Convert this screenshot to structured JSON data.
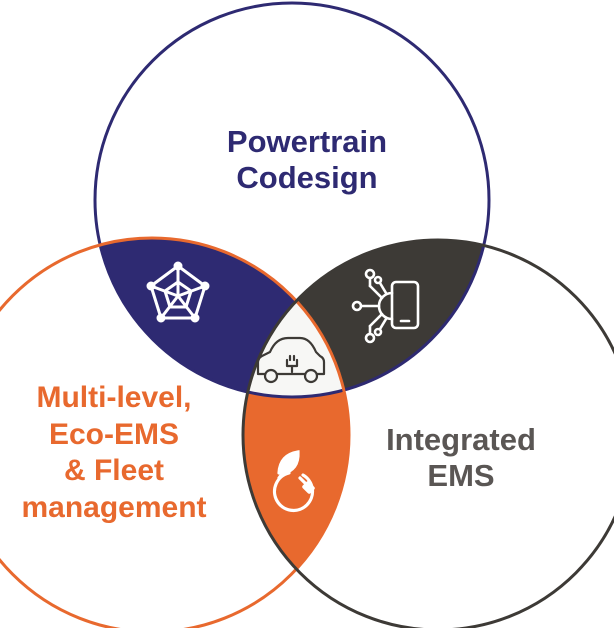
{
  "circles": [
    {
      "id": "powertrain",
      "color": "#2e2a72",
      "lines": [
        "Powertrain",
        "Codesign"
      ]
    },
    {
      "id": "multilevel",
      "color": "#e8692e",
      "lines": [
        "Multi-level,",
        "Eco-EMS",
        "& Fleet",
        "management"
      ]
    },
    {
      "id": "integrated",
      "color": "#3d3a36",
      "lines": [
        "Integrated",
        "EMS"
      ]
    }
  ],
  "overlaps": {
    "powertrain_multilevel": {
      "color": "#2e2a72",
      "icon": "radar-chart-icon"
    },
    "powertrain_integrated": {
      "color": "#3d3a36",
      "icon": "smartphone-network-icon"
    },
    "multilevel_integrated": {
      "color": "#e8692e",
      "icon": "eco-plug-icon"
    },
    "center": {
      "color": "#f7f7f5",
      "icon": "electric-car-icon"
    }
  }
}
